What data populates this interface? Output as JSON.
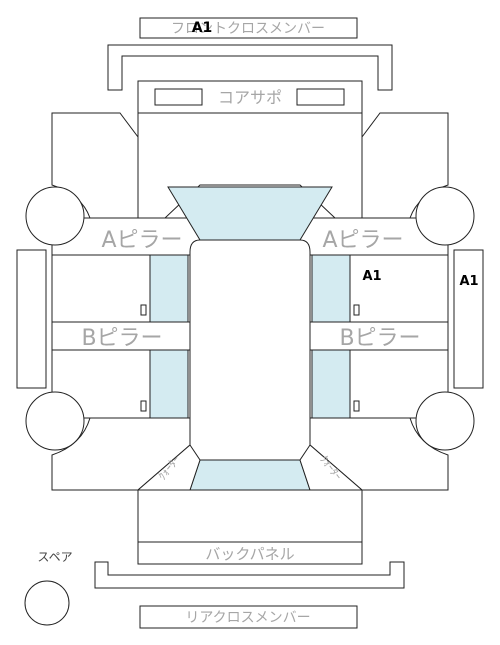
{
  "labels": {
    "front_cross_member": "フロントクロスメンバー",
    "core_support": "コアサポ",
    "a_pillar": "Aピラー",
    "b_pillar": "Bピラー",
    "quarter": "ｸｫｰﾀｰ",
    "back_panel": "バックパネル",
    "spare": "スペア",
    "rear_cross_member": "リアクロスメンバー"
  },
  "damage_marks": {
    "front_cross_member": "A1",
    "right_front_door": "A1",
    "right_side_sill": "A1"
  },
  "colors": {
    "line": "#222222",
    "label": "#a6a6a6",
    "glass": "#d4ebf1",
    "mark": "#000000"
  }
}
